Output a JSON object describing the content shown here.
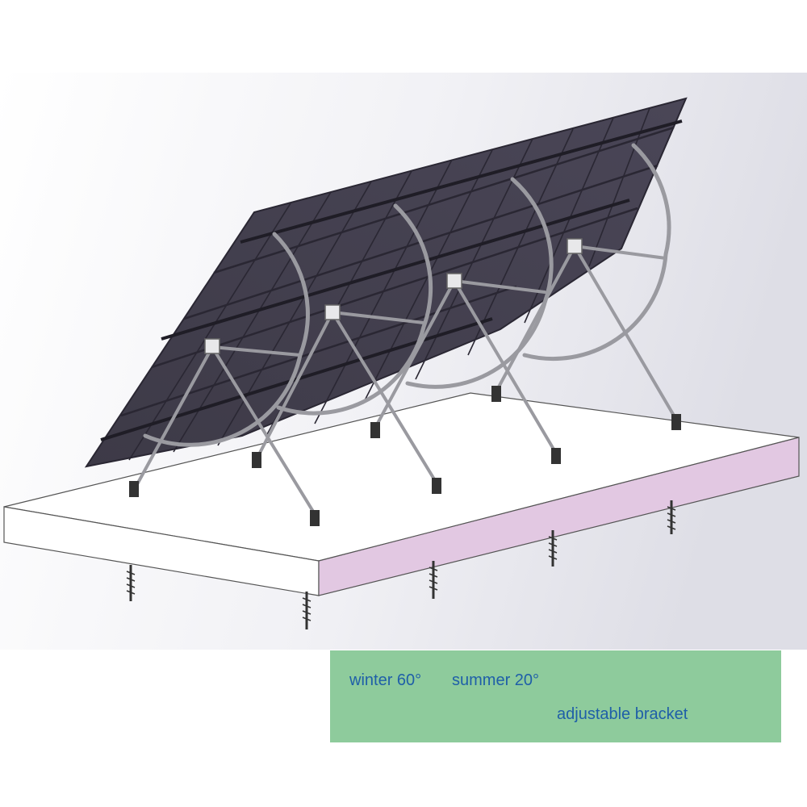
{
  "caption": {
    "winter": "winter 60°",
    "summer": "summer 20°",
    "bracket": "adjustable bracket"
  },
  "colors": {
    "panel": "#44404f",
    "panel_edge": "#2a2733",
    "frame": "#bfbfc4",
    "slab_top": "#ffffff",
    "slab_side": "#e2c8e2",
    "background_gradient": "#e8e8ee",
    "caption_box": "#8ecb9c",
    "caption_text": "#1f5fa8"
  }
}
